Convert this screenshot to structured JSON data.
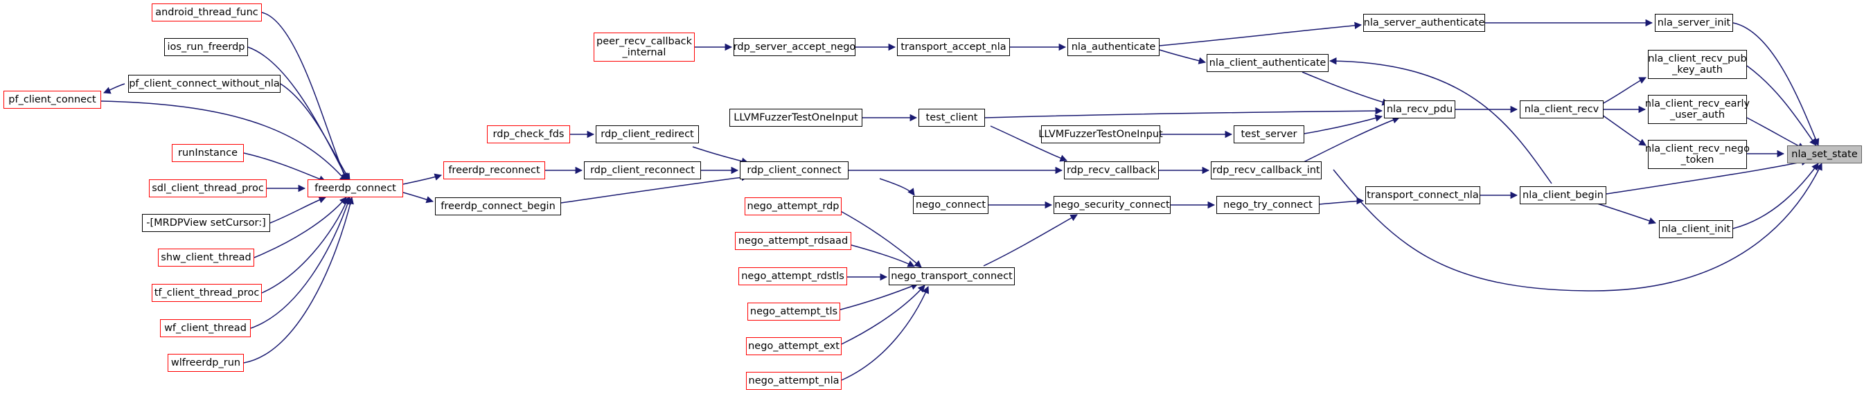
{
  "colors": {
    "edge": "#191970",
    "node_border": "#000000",
    "truncated_border": "#ff0000",
    "root_fill": "#bfbfbf",
    "root_border": "#666666"
  },
  "nodes": {
    "nla_set_state": "nla_set_state",
    "nla_server_init": "nla_server_init",
    "nla_client_recv_pub_key_auth": "nla_client_recv_pub\n_key_auth",
    "nla_client_recv_early_user_auth": "nla_client_recv_early\n_user_auth",
    "nla_client_recv_nego_token": "nla_client_recv_nego\n_token",
    "nla_client_recv": "nla_client_recv",
    "nla_client_begin": "nla_client_begin",
    "nla_client_init": "nla_client_init",
    "nla_server_authenticate": "nla_server_authenticate",
    "nla_authenticate": "nla_authenticate",
    "nla_client_authenticate": "nla_client_authenticate",
    "nla_recv_pdu": "nla_recv_pdu",
    "transport_accept_nla": "transport_accept_nla",
    "rdp_server_accept_nego": "rdp_server_accept_nego",
    "peer_recv_callback_internal": "peer_recv_callback\n_internal",
    "test_client": "test_client",
    "test_server": "test_server",
    "llvm_fuzzer_1": "LLVMFuzzerTestOneInput",
    "llvm_fuzzer_2": "LLVMFuzzerTestOneInput",
    "rdp_recv_callback_int": "rdp_recv_callback_int",
    "rdp_recv_callback": "rdp_recv_callback",
    "rdp_client_connect": "rdp_client_connect",
    "rdp_client_redirect": "rdp_client_redirect",
    "rdp_check_fds": "rdp_check_fds",
    "rdp_client_reconnect": "rdp_client_reconnect",
    "freerdp_reconnect": "freerdp_reconnect",
    "freerdp_connect_begin": "freerdp_connect_begin",
    "freerdp_connect": "freerdp_connect",
    "transport_connect_nla": "transport_connect_nla",
    "nego_try_connect": "nego_try_connect",
    "nego_security_connect": "nego_security_connect",
    "nego_connect": "nego_connect",
    "nego_transport_connect": "nego_transport_connect",
    "nego_attempt_rdp": "nego_attempt_rdp",
    "nego_attempt_rdsaad": "nego_attempt_rdsaad",
    "nego_attempt_rdstls": "nego_attempt_rdstls",
    "nego_attempt_tls": "nego_attempt_tls",
    "nego_attempt_ext": "nego_attempt_ext",
    "nego_attempt_nla": "nego_attempt_nla",
    "android_thread_func": "android_thread_func",
    "ios_run_freerdp": "ios_run_freerdp",
    "pf_client_connect_without_nla": "pf_client_connect_without_nla",
    "pf_client_connect": "pf_client_connect",
    "runInstance": "runInstance",
    "sdl_client_thread_proc": "sdl_client_thread_proc",
    "mrdpview_setcursor": "-[MRDPView setCursor:]",
    "shw_client_thread": "shw_client_thread",
    "tf_client_thread_proc": "tf_client_thread_proc",
    "wf_client_thread": "wf_client_thread",
    "wlfreerdp_run": "wlfreerdp_run"
  }
}
